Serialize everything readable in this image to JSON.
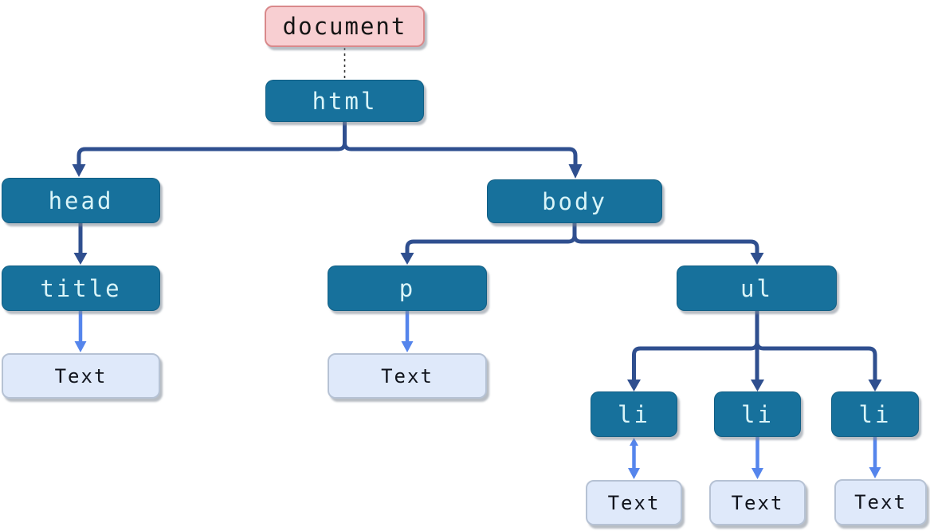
{
  "diagram": {
    "type": "dom-tree",
    "nodes": [
      {
        "id": "document",
        "label": "document",
        "type": "document"
      },
      {
        "id": "html",
        "label": "html",
        "type": "element"
      },
      {
        "id": "head",
        "label": "head",
        "type": "element"
      },
      {
        "id": "body",
        "label": "body",
        "type": "element"
      },
      {
        "id": "title",
        "label": "title",
        "type": "element"
      },
      {
        "id": "p",
        "label": "p",
        "type": "element"
      },
      {
        "id": "ul",
        "label": "ul",
        "type": "element"
      },
      {
        "id": "text-title",
        "label": "Text",
        "type": "text"
      },
      {
        "id": "text-p",
        "label": "Text",
        "type": "text"
      },
      {
        "id": "li-1",
        "label": "li",
        "type": "element"
      },
      {
        "id": "li-2",
        "label": "li",
        "type": "element"
      },
      {
        "id": "li-3",
        "label": "li",
        "type": "element"
      },
      {
        "id": "text-li-1",
        "label": "Text",
        "type": "text"
      },
      {
        "id": "text-li-2",
        "label": "Text",
        "type": "text"
      },
      {
        "id": "text-li-3",
        "label": "Text",
        "type": "text"
      }
    ],
    "edges": [
      {
        "from": "document",
        "to": "html",
        "style": "dashed"
      },
      {
        "from": "html",
        "to": "head",
        "style": "dark-arrow"
      },
      {
        "from": "html",
        "to": "body",
        "style": "dark-arrow"
      },
      {
        "from": "head",
        "to": "title",
        "style": "dark-arrow"
      },
      {
        "from": "title",
        "to": "text-title",
        "style": "light-arrow"
      },
      {
        "from": "body",
        "to": "p",
        "style": "dark-arrow"
      },
      {
        "from": "body",
        "to": "ul",
        "style": "dark-arrow"
      },
      {
        "from": "p",
        "to": "text-p",
        "style": "light-arrow"
      },
      {
        "from": "ul",
        "to": "li-1",
        "style": "dark-arrow"
      },
      {
        "from": "ul",
        "to": "li-2",
        "style": "dark-arrow"
      },
      {
        "from": "ul",
        "to": "li-3",
        "style": "dark-arrow"
      },
      {
        "from": "li-1",
        "to": "text-li-1",
        "style": "light-arrow-double"
      },
      {
        "from": "li-2",
        "to": "text-li-2",
        "style": "light-arrow"
      },
      {
        "from": "li-3",
        "to": "text-li-3",
        "style": "light-arrow"
      }
    ],
    "colors": {
      "element_fill": "#17719c",
      "element_text": "#d9f4f8",
      "document_fill": "#f8cfd2",
      "document_border": "#d9898b",
      "text_fill": "#dfe9fa",
      "text_border": "#b6c2d4",
      "arrow_dark": "#2f4f8f",
      "arrow_light": "#5585ec",
      "dashed_line": "#333333"
    }
  }
}
